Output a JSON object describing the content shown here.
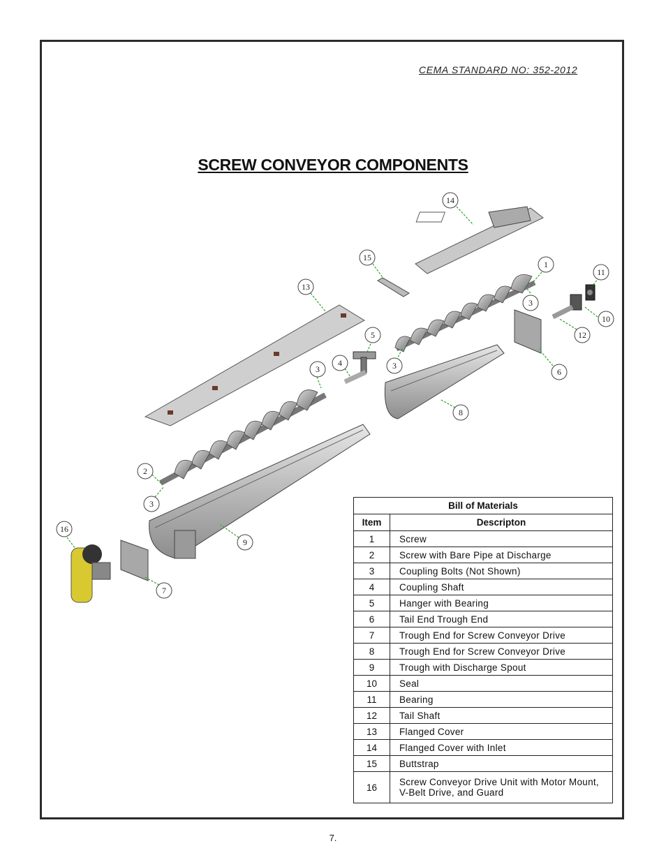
{
  "header": {
    "standard": "CEMA STANDARD NO:  352-2012"
  },
  "page": {
    "title": "SCREW CONVEYOR COMPONENTS",
    "page_number": "7."
  },
  "callouts": [
    "14",
    "15",
    "1",
    "11",
    "13",
    "3",
    "10",
    "12",
    "5",
    "4",
    "3",
    "6",
    "3",
    "8",
    "2",
    "3",
    "16",
    "9",
    "7"
  ],
  "bom": {
    "title": "Bill of Materials",
    "col_item": "Item",
    "col_desc": "Descripton",
    "rows": [
      {
        "item": "1",
        "desc": "Screw"
      },
      {
        "item": "2",
        "desc": "Screw with Bare Pipe at Discharge"
      },
      {
        "item": "3",
        "desc": "Coupling Bolts (Not Shown)"
      },
      {
        "item": "4",
        "desc": "Coupling Shaft"
      },
      {
        "item": "5",
        "desc": "Hanger with Bearing"
      },
      {
        "item": "6",
        "desc": "Tail End Trough End"
      },
      {
        "item": "7",
        "desc": "Trough End for Screw Conveyor Drive"
      },
      {
        "item": "8",
        "desc": "Trough End for Screw Conveyor Drive"
      },
      {
        "item": "9",
        "desc": "Trough with Discharge Spout"
      },
      {
        "item": "10",
        "desc": "Seal"
      },
      {
        "item": "11",
        "desc": "Bearing"
      },
      {
        "item": "12",
        "desc": "Tail Shaft"
      },
      {
        "item": "13",
        "desc": "Flanged Cover"
      },
      {
        "item": "14",
        "desc": "Flanged Cover with Inlet"
      },
      {
        "item": "15",
        "desc": "Buttstrap"
      },
      {
        "item": "16",
        "desc": "Screw Conveyor Drive Unit with Motor Mount,",
        "desc2": "V-Belt Drive, and Guard"
      }
    ]
  }
}
